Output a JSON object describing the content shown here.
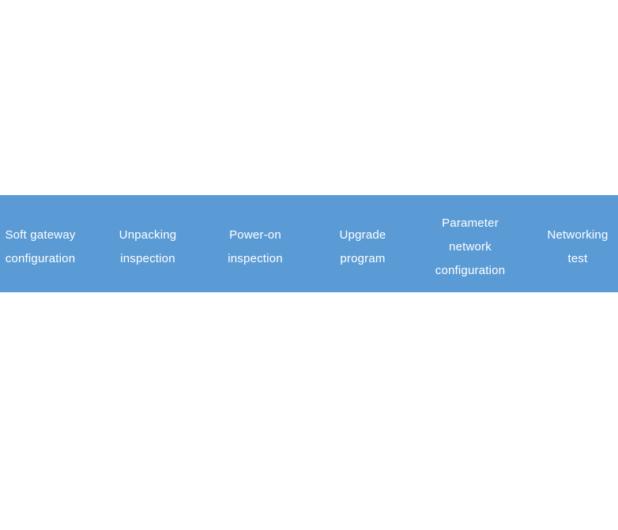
{
  "band": {
    "background_color": "#5b9bd5",
    "text_color": "#ffffff",
    "stages": [
      {
        "label": "Soft gateway configuration",
        "lines": [
          "Soft gateway",
          "configuration"
        ]
      },
      {
        "label": "Unpacking inspection",
        "lines": [
          "Unpacking",
          "inspection"
        ]
      },
      {
        "label": "Power-on inspection",
        "lines": [
          "Power-on",
          "inspection"
        ]
      },
      {
        "label": "Upgrade program",
        "lines": [
          "Upgrade",
          "program"
        ]
      },
      {
        "label": "Parameter network configuration",
        "lines": [
          "Parameter",
          "network",
          "configuration"
        ]
      },
      {
        "label": "Networking test",
        "lines": [
          "Networking",
          "test"
        ]
      }
    ]
  }
}
